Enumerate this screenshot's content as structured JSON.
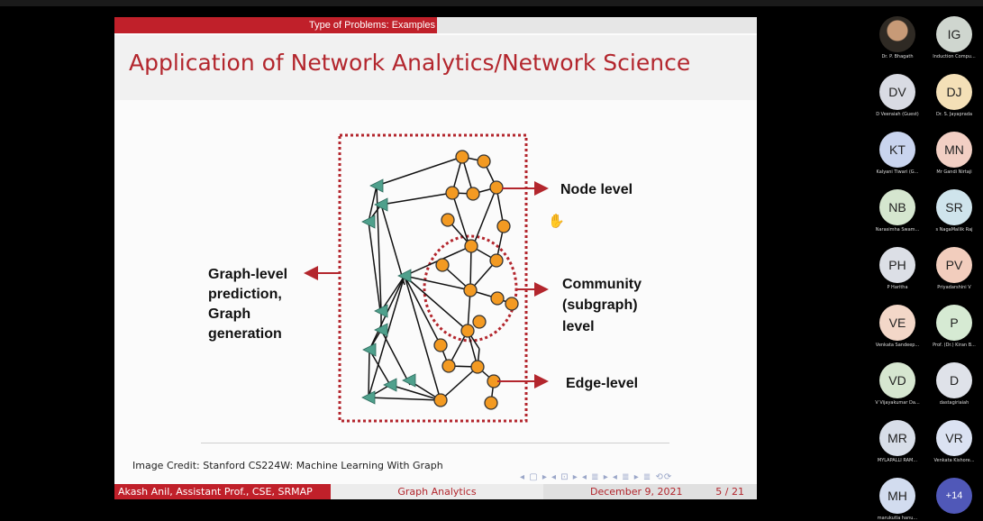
{
  "slide": {
    "header": "Type of Problems: Examples",
    "title": "Application of Network Analytics/Network Science",
    "diagram_labels": {
      "graph_level": [
        "Graph-level",
        "prediction,",
        "Graph",
        "generation"
      ],
      "node_level": "Node level",
      "community": [
        "Community",
        "(subgraph)",
        "level"
      ],
      "edge_level": "Edge-level"
    },
    "credit": "Image Credit: Stanford CS224W: Machine Learning With Graph",
    "nav_symbols": "◂ ▢ ▸ ◂ ⊡ ▸ ◂ ≣ ▸ ◂ ≣ ▸   ≣   ⟲⟳",
    "footer": {
      "author": "Akash Anil, Assistant Prof., CSE, SRMAP",
      "course": "Graph Analytics",
      "date": "December 9, 2021",
      "page": "5 / 21"
    }
  },
  "participants": [
    {
      "initials": "",
      "name": "Dr. P. Bhagath",
      "color": "photo"
    },
    {
      "initials": "IG",
      "name": "Induction Compu...",
      "color": "#cfd6cf"
    },
    {
      "initials": "DV",
      "name": "D Veeraiah (Guest)",
      "color": "#d9dbe3"
    },
    {
      "initials": "DJ",
      "name": "Dr. S. Jayaprada",
      "color": "#f4e0b7"
    },
    {
      "initials": "KT",
      "name": "Kalyani Tiwari (G...",
      "color": "#c9d4ee"
    },
    {
      "initials": "MN",
      "name": "Mr Gandi Nirtaji",
      "color": "#f2cfc4"
    },
    {
      "initials": "NB",
      "name": "Narasimha Swam...",
      "color": "#d5e6cf"
    },
    {
      "initials": "SR",
      "name": "s NagaMallik Raj",
      "color": "#cfe4ec"
    },
    {
      "initials": "PH",
      "name": "P Haritha",
      "color": "#dcdfe6"
    },
    {
      "initials": "PV",
      "name": "Priyadarshini V",
      "color": "#f2cdbd"
    },
    {
      "initials": "VE",
      "name": "Venkata Sandeep...",
      "color": "#f3d7c8"
    },
    {
      "initials": "P",
      "name": "Prof. (Dr.) Kiran B...",
      "color": "#d6ead3"
    },
    {
      "initials": "VD",
      "name": "V Vijayakumar Da...",
      "color": "#d6e6d0"
    },
    {
      "initials": "D",
      "name": "dastagiriaiah",
      "color": "#dfe2e9"
    },
    {
      "initials": "MR",
      "name": "MYLAPALLI RAM...",
      "color": "#d8dee8"
    },
    {
      "initials": "VR",
      "name": "Venkata Kishore...",
      "color": "#dbe2f2"
    },
    {
      "initials": "MH",
      "name": "marukutla hanu...",
      "color": "#d2dcef"
    },
    {
      "initials": "+14",
      "name": "",
      "color": "more"
    }
  ]
}
